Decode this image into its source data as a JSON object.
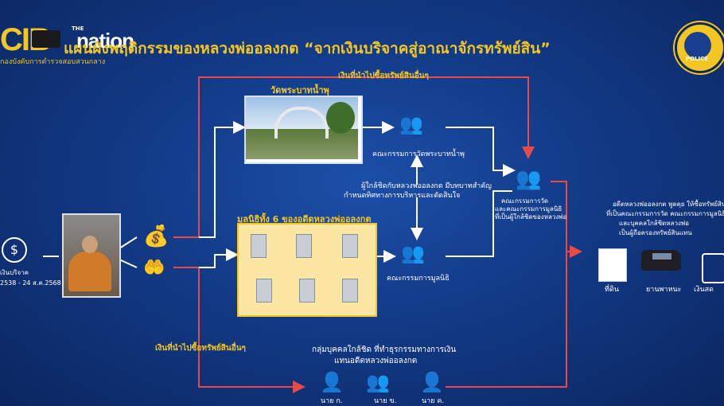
{
  "header": {
    "logo_cib": "CIB",
    "logo_cib_sub": "กองบังคับการตำรวจสอบสวนกลาง",
    "nation_the": "THE",
    "nation_word": "nation",
    "title": "แผนผังพฤติกรรมของหลวงพ่ออลงกต “จากเงินบริจาคสู่อาณาจักรทรัพย์สิน”",
    "police_text": "POLICE"
  },
  "labels": {
    "top_flow": "เงินที่นำไปซื้อทรัพย์สินอื่นๆ",
    "bottom_flow": "เงินที่นำไปซื้อทรัพย์สินอื่นๆ",
    "temple_name": "วัดพระบาทน้ำพุ",
    "temple_committee": "คณะกรรมการวัดพระบาทน้ำพุ",
    "foundation_title": "มูลนิธิทั้ง 6 ของอดีตหลวงพ่ออลงกต",
    "foundation_committee": "คณะกรรมการมูลนิธิ",
    "middle_note_1": "ผู้ใกล้ชิดกับหลวงพ่ออลงกต มีบทบาทสำคัญ",
    "middle_note_2": "กำหนดทิศทางการบริหารและตัดสินใจ",
    "center_group_1": "คณะกรรมการวัด",
    "center_group_2": "และคณะกรรมการมูลนิธิ",
    "center_group_3": "ที่เป็นผู้ใกล้ชิดของหลวงพ่อ",
    "donation_label": "เงินบริจาค",
    "donation_dates": "2538 - 24 ส.ค.2568",
    "close_group_1": "กลุ่มบุคคลใกล้ชิด ที่ทำธุรกรรมทางการเงิน",
    "close_group_2": "แทนอดีตหลวงพ่ออลงกต",
    "person_a": "นาย ก.",
    "person_b": "นาย ข.",
    "person_c": "นาย ค.",
    "right_note_1": "อดีตหลวงพ่ออลงกต พูดคุย ให้ซื้อทรัพย์สิน",
    "right_note_2": "ที่เป็นคณะกรรมการวัด คณะกรรมการมูลนิธิ",
    "right_note_3": "และบุคคลใกล้ชิดหลวงพ่อ",
    "right_note_4": "เป็นผู้ถือครองทรัพย์สินแทน",
    "asset_land": "ที่ดิน",
    "asset_vehicle": "ยานพาหนะ",
    "asset_cash": "เงินสด"
  },
  "colors": {
    "accent_yellow": "#f3c623",
    "flow_red": "#e84a4a",
    "line_white": "#ffffff",
    "background_blue": "#123a86"
  },
  "icons": [
    "donation-hand-icon",
    "money-stack-icon",
    "hand-coin-icon",
    "people-group-icon",
    "person-icon",
    "document-icon",
    "car-icon",
    "cash-icon"
  ]
}
